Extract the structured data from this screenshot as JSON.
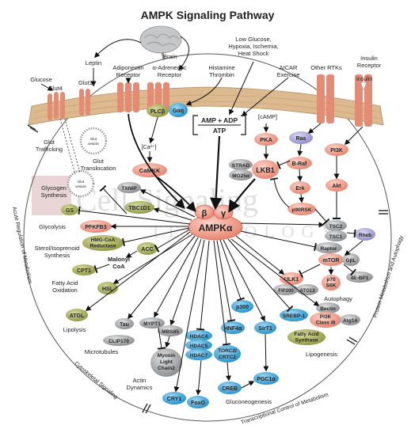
{
  "title": "AMPK Signaling Pathway",
  "watermark": {
    "line1": "Cell Signaling",
    "line2": "TECHNOLOGY"
  },
  "nodes": {
    "brain": "Brain",
    "leptin": "Leptin",
    "adiponectin": [
      "Adiponectin",
      "Receptor"
    ],
    "alpha_adrenergic": [
      "α-Adrenergic",
      "Receptor"
    ],
    "glucose": "Glucose",
    "glut4": "Glut4",
    "glut1": "Glut1",
    "glut_trafficking": [
      "Glut",
      "Trafficking"
    ],
    "glut_translocation": [
      "Glut",
      "Translocation"
    ],
    "glut_vesicle": [
      "Glut",
      "vesicle"
    ],
    "plcb": "PLCβ",
    "gaq": "Gαq",
    "ca": "[Ca²⁺]",
    "camkk": "CaMKK",
    "histamine": [
      "Histamine",
      "Thrombin"
    ],
    "low_glucose": [
      "Low Glucose,",
      "Hypoxia, Ischemia,",
      "Heat Shock"
    ],
    "aicar": [
      "AICAR",
      "Exercise"
    ],
    "amp_adp": "AMP + ADP",
    "atp": "ATP",
    "camp": "[cAMP]",
    "pka": "PKA",
    "strad": "STRAD",
    "mo25": "MO25α",
    "lkb1": "LKB1",
    "other_rtks": "Other RTKs",
    "insulin_receptor": [
      "Insulin",
      "Receptor"
    ],
    "insulin": "Insulin",
    "ras": "Ras",
    "braf": "B-Raf",
    "erk": "Erk",
    "p90rsk": "p90RSK",
    "pi3k": "PI3K",
    "akt": "Akt",
    "txnip": "TXNIP",
    "tbc1d1": "TBC1D1",
    "gs": "GS",
    "glycogen_synthesis": [
      "Glycogen",
      "Synthesis"
    ],
    "glycolysis": "Glycolysis",
    "pfkfb3": "PFKFB3",
    "ampk_beta": "β",
    "ampk_gamma": "γ",
    "ampk_alpha": "AMPKα",
    "hmgcoa": [
      "HMG-CoA",
      "Reductase"
    ],
    "sterol": [
      "Sterol/Isoprenoid",
      "Synthesis"
    ],
    "acc": "ACC",
    "malonyl": [
      "Malonyl",
      "CoA"
    ],
    "cpt1": "CPT1",
    "fatty_acid_oxidation": [
      "Fatty Acid",
      "Oxidation"
    ],
    "hsl": "HSL",
    "atgl": "ATGL",
    "lipolysis": "Lipolysis",
    "tau": "Tau",
    "clip170": "CLIP170",
    "microtubules": "Microtubules",
    "mypt1": "MYPT1",
    "mbs85": "MBS85",
    "myosin": [
      "Myosin",
      "Light",
      "Chain2"
    ],
    "actin": [
      "Actin",
      "Dynamics"
    ],
    "hdac4": "HDAC4",
    "hdac5": "HDAC5",
    "hdac7": "HDAC7",
    "cry1": "CRY1",
    "foxo": "FoxO",
    "p300": "p300",
    "hnf4a": "HNF4α",
    "torc2": "TORC2/",
    "crtc2": "CRTC2",
    "creb": "CREB",
    "sirt1": "SirT1",
    "pgc1a": "PGC1α",
    "gluconeogenesis": "Gluconeogenesis",
    "srebp1": "SREBP-1",
    "fas": [
      "Fatty Acid",
      "Synthase"
    ],
    "lipogenesis": "Lipogenesis",
    "tsc2": "TSC2",
    "tsc1": "TSC1",
    "rheb": "Rheb",
    "raptor": "Raptor",
    "mtor": "mTOR",
    "gbl": "GβL",
    "ebp1": "4E-BP1",
    "p70s6k": [
      "p70",
      "S6K"
    ],
    "ulk1": "ULK1",
    "fip200": "FIP200",
    "atg13": "ATG13",
    "autophagy": "Autophagy",
    "beclin": "Beclin",
    "pi3k3": [
      "PI3K",
      "Class III"
    ],
    "atg14": "Atg14"
  },
  "sections": {
    "acute": "Acute Regulation of Metabolism",
    "cytoskeletal": "Cytoskeletal Signaling",
    "transcriptional": "Transcriptional Control of Metabolism",
    "protein": "Protein Metabolism and Autophagy"
  },
  "colors": {
    "salmon": "#f2a08e",
    "olive": "#a6ad57",
    "blue": "#39a9dd",
    "gray": "#9fa1a4",
    "lavender": "#a7a3d6",
    "membrane": "#dcb98f",
    "title": "#7d7fb8"
  }
}
